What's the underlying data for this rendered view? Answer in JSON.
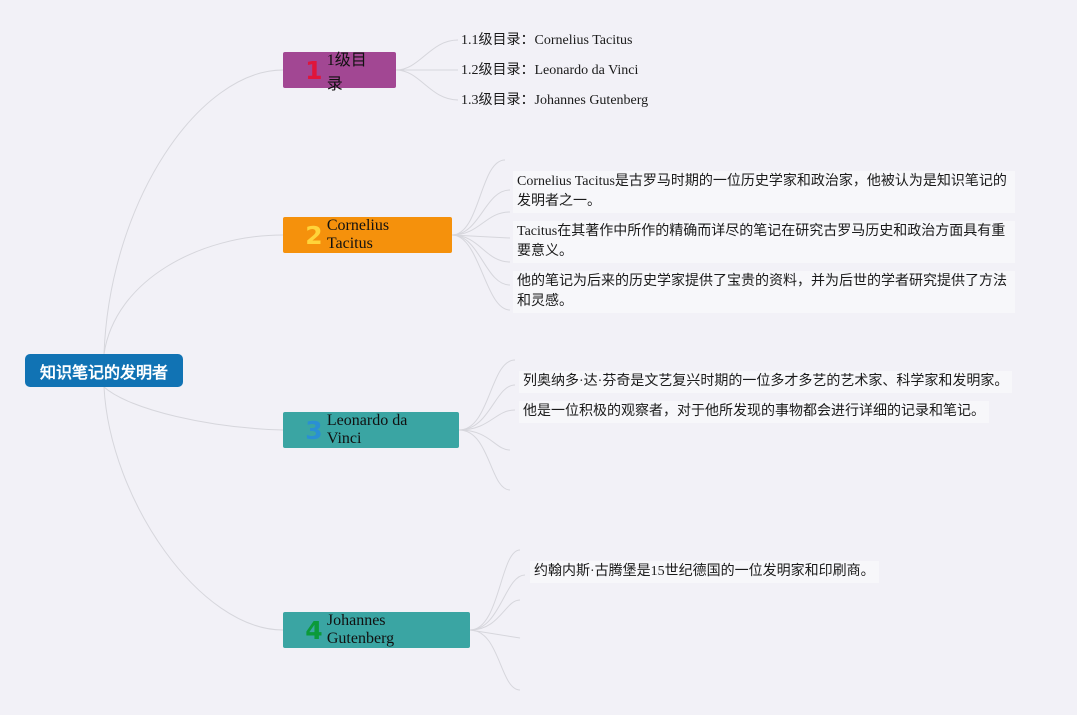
{
  "root": {
    "label": "知识笔记的发明者"
  },
  "branches": [
    {
      "num": "1",
      "label": "1级目录",
      "bg": "#a24793",
      "num_color": "#e0153b",
      "leaves": [
        "1.1级目录：Cornelius Tacitus",
        "1.2级目录：Leonardo da Vinci",
        "1.3级目录：Johannes Gutenberg"
      ]
    },
    {
      "num": "2",
      "label": "Cornelius Tacitus",
      "bg": "#f5910c",
      "num_color": "#ffd43a",
      "leaves": [
        "Cornelius Tacitus是古罗马时期的一位历史学家和政治家，他被认为是知识笔记的发明者之一。",
        "Tacitus在其著作中所作的精确而详尽的笔记在研究古罗马历史和政治方面具有重要意义。",
        "他的笔记为后来的历史学家提供了宝贵的资料，并为后世的学者研究提供了方法和灵感。"
      ]
    },
    {
      "num": "3",
      "label": "Leonardo da Vinci",
      "bg": "#3aa5a3",
      "num_color": "#2a8fd4",
      "leaves": [
        "列奥纳多·达·芬奇是文艺复兴时期的一位多才多艺的艺术家、科学家和发明家。",
        "他是一位积极的观察者，对于他所发现的事物都会进行详细的记录和笔记。"
      ]
    },
    {
      "num": "4",
      "label": "Johannes Gutenberg",
      "bg": "#3aa5a3",
      "num_color": "#0b9a3a",
      "leaves": [
        "约翰内斯·古腾堡是15世纪德国的一位发明家和印刷商。"
      ]
    }
  ]
}
